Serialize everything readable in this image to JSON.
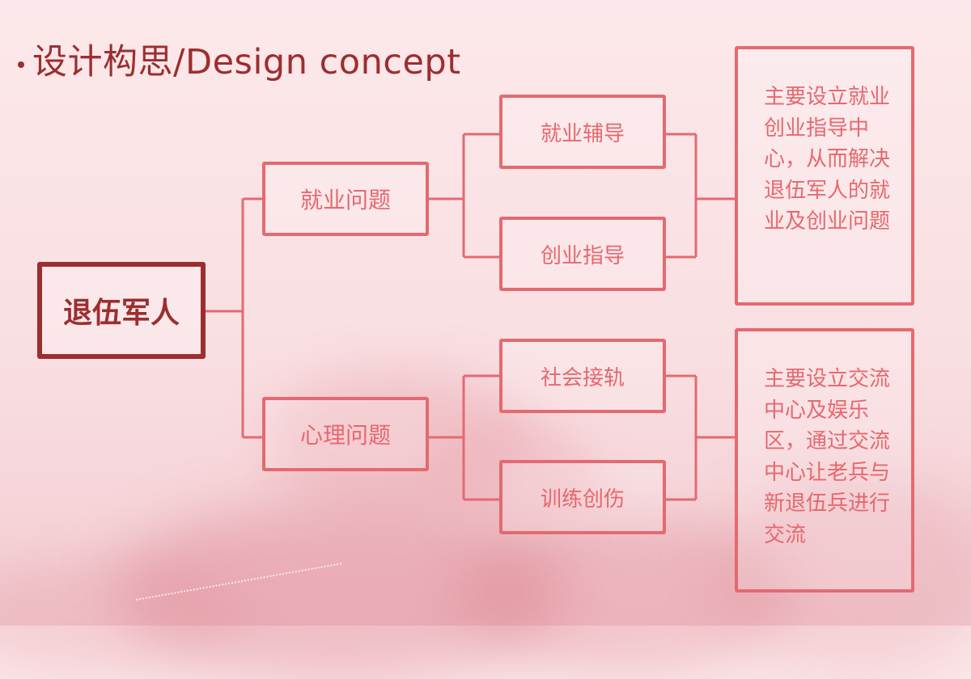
{
  "title": "设计构思/Design concept",
  "colors": {
    "dark_red": "#9c2e2f",
    "coral": "#e36a70",
    "text_coral": "#e6686e",
    "background": "#fbe3e6"
  },
  "diagram": {
    "root": {
      "label": "退伍军人"
    },
    "branches": [
      {
        "label": "就业问题",
        "children": [
          "就业辅导",
          "创业指导"
        ],
        "description": "主要设立就业创业指导中心，从而解决退伍军人的就业及创业问题"
      },
      {
        "label": "心理问题",
        "children": [
          "社会接轨",
          "训练创伤"
        ],
        "description": "主要设立交流中心及娱乐区，通过交流中心让老兵与新退伍兵进行交流"
      }
    ]
  }
}
